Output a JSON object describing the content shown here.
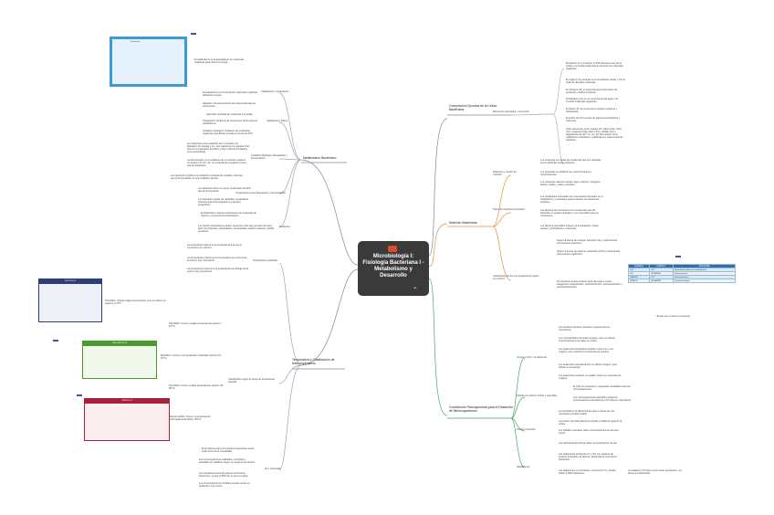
{
  "central": {
    "title": "Microbiología I: Fisiología Bacteriana I - Metabolismo y Desarrollo"
  },
  "branches": {
    "metabolismo": "Metabolismo Bacteriano",
    "temperatura": "Temperatura y Clasificación de Microorganismos",
    "composicion": "Composición Química de la Célula Bacteriana",
    "nutricion": "Nutrición Bacteriana",
    "condiciones": "Condiciones Fisicoquímicas para el Desarrollo de Microorganismos"
  },
  "metab": {
    "catabolismo_label": "Catabolismo y Anabolismo",
    "cat1": "El catabolismo es la degradación de moléculas orgánicas para obtener energía.",
    "cat2": "El anabolismo es la síntesis de moléculas orgánicas utilizando energía.",
    "cat3": "Digestión: Descomposición de macromoléculas en monómeros.",
    "cat4": "Absorción: Entrada de moléculas a la célula.",
    "cat5": "Preparación: Reforma de monómeros dentro para el metabolismo.",
    "cat6": "Oxidación biológica: Oxidación de sustancias orgánicas para liberar energía en forma de ATP.",
    "catab_pasos": "Catabolismo: Pasos",
    "oxid_label": "Oxidación Biológica: Respiración y Fermentación",
    "ox1": "La respiración es la oxidación de un sustrato con liberación de energía y H+, que reacciona con aceptor final (O2 en la respiración aeróbica y otra molécula inorgánica en la anaeróbica).",
    "ox2": "La fermentación es la oxidación de un sustrato orgánico sin aceptor de O2, con un rendimiento energético menor que la respiración.",
    "comp_label": "Comparación entre Respiración y Fermentación",
    "comp1": "La respiración implica una oxidación completa del sustrato, mientras que la fermentación es una oxidación parcial.",
    "comp2": "La respiración tiene un mayor rendimiento de ATP que la fermentación.",
    "comp3": "La respiración puede ser aeróbica o anaeróbica, mientras que la fermentación es siempre anaeróbica.",
    "prod_label": "Productos",
    "prod1": "El anabolismo mejora la biosíntesis de sustancias de reserva y componentes bacterianos.",
    "prod2": "Los cultivos bacterianos pueden seguir las rutas que generan los otros tipos de productos: polisacáridos, aminoácidos, ácidos nucleicos, lípidos, proteínas."
  },
  "temp": {
    "rango_label": "Temperatura cardinales",
    "r1": "La temperatura óptima es la temperatura a la que el crecimiento es máximo.",
    "r2": "La temperatura máxima es la temperatura por encima de la cual no hay crecimiento.",
    "r3": "La temperatura mínima es la temperatura por debajo de la cual no hay crecimiento.",
    "psicro": "Psicrófilos: Toleran bajas temperaturas, pero su óptimo es superior a 15°C.",
    "psicrofilos": "Psicrófilos: Crecen a bajas temperaturas (óptimo < 15°C).",
    "mesofilos": "Mesófilos: Crecen a temperaturas moderadas (óptimo 20-45°C).",
    "clasif_label": "Clasificación según el rango de temperatura tolerado",
    "termofilos": "Termófilos: Crecen a altas temperaturas (óptimo 45-80°C).",
    "hiper": "Hipertermófilos: Crecen a temperaturas extremadamente altas (>80°C).",
    "ph_label": "pH y Humedad",
    "ph1": "El pH óptimo para el crecimiento bacteriano suele estar cerca de la neutralidad.",
    "ph2": "Los microorganismos acidófilos, neutrófilos y alcalófilos se clasifican según su rango de pH óptimo.",
    "ph3": "La humedad es esencial para el crecimiento bacteriano, ya que el 80% de su peso es agua.",
    "ph4": "Los microorganismos xerófilos pueden crecer en ambientes muy secos."
  },
  "compo": {
    "label": "Elementos esenciales y su función",
    "c1": "El carbono (C) constituye el 50% del peso seco de la célula y es fundamental para el armazón de moléculas orgánicas.",
    "c2": "El oxígeno (O) participa en la respiración celular y forma parte de diversas moléculas.",
    "c3": "El nitrógeno (N) es esencial para la formación de proteínas y ácidos nucleicos.",
    "c4": "El hidrógeno (H) es un componente del agua y de muchas moléculas orgánicas.",
    "c5": "El fósforo (P) se encuentra en ácidos nucleicos y fosfolípidos.",
    "c6": "El azufre (S) forma parte de algunos aminoácidos y vitaminas.",
    "c7": "Otros elementos como potasio (K), calcio (Ca), cobre (Cu), magnesio (Mg), hierro (Fe), cobalto (Co) y oligoelementos (Zn, Cu, Co, Ni, Mo) actúan como cofactores enzimáticos o participan en otras funciones celulares."
  },
  "nutri": {
    "def_label": "Definición y niveles de nutrición",
    "d1": "Los nutrientes son todas las sustancias que son captadas por la célula del medio ambiente.",
    "d2": "Los nutrientes se clasifican en macronutrientes y micronutrientes.",
    "d3": "Los nutrientes básicos incluyen agua, carbono, nitrógeno, fósforo, azufre y sales minerales.",
    "tipos_label": "Tipos de nutrientes esenciales",
    "t1": "Los metabolitos esenciales son compuestos formados en el catabolismo y necesarios para la síntesis de estructuras celulares.",
    "t2": "Los factores de crecimiento son compuestos que las bacterias no pueden sintetizar y son esenciales para su crecimiento.",
    "t3": "Los factores esenciales incluyen la aminoácidos, bases púricas y pirimidínicas y vitaminas.",
    "clas_label": "Clasificación de los microorganismos según su nutrición",
    "cl1": "Según la fuente de energía: fotótrofos (luz) y quimiótrofos (compuestos químicos).",
    "cl2": "Según la fuente de carbono: autótrofos (CO2) y heterótrofos (compuestos orgánicos).",
    "cl3": "Se combinan ambos criterios para dar lugar a cuatro categorías: fotoautótrofos, fotoheterótrofos, quimioautótrofos y quimioheterótrofos.",
    "table_note": "* Puede ser el mismo compuesto"
  },
  "nutri_table": {
    "headers": [
      "FUENTE E",
      "FUENTE C",
      "CATEGORÍA"
    ],
    "rows": [
      [
        "LUZ",
        "CO2",
        "Fotoautótrofos (Bacterias fotosintéticas)"
      ],
      [
        "LUZ",
        "ORGÁNICA",
        "Fotoheterótrofos"
      ],
      [
        "QUÍMICA",
        "CO2",
        "Quimioautótrofos"
      ],
      [
        "QUÍMICA",
        "ORGÁNICA*",
        "Quimioheterótrofos"
      ]
    ]
  },
  "cond": {
    "oxi_label": "Oxígeno (O2) y su influencia",
    "o1": "Los aerobios estrictos requieren oxígeno para su crecimiento.",
    "o2": "Los microaerófilos necesitan oxígeno, pero no toleran concentraciones normales en el aire.",
    "o3": "Los anaerobios facultativos pueden crecer con o sin oxígeno, pero prefieren la presencia de oxígeno.",
    "o4": "Los anaerobios aerotolerantes no utilizan oxígeno, pero toleran su presencia.",
    "o5": "Los anaerobios estrictos no pueden crecer en presencia de oxígeno.",
    "co2_label": "Dióxido de carbono (CO2) y capnofilia",
    "co1": "El CO2 es necesario en pequeñas cantidades para los microorganismos.",
    "co2": "Los microorganismos capnófilos requieren concentraciones elevadas de CO2 para su crecimiento.",
    "pres_label": "Presión Osmótica",
    "p1": "La tonicidad es la diferencia de agua a través de una membrana semipermeable.",
    "p2": "La presión osmótica afecta la entrada y salida de agua de la célula.",
    "p3": "Los halófilos necesitan altas concentraciones de sal para crecer.",
    "p4": "Los halotolerantes toleran altas concentraciones de sal.",
    "rad_label": "Radiaciones",
    "r1": "Las radiaciones ionizantes (X y UV) son capaces de producir ionización de átomos, afectando el crecimiento bacteriano.",
    "r2": "Las radiaciones no ionizantes, como la luz UV, pueden dañar el ADN bacteriano.",
    "r3": "La radiación UV tiene menor poder penetrante y su efecto es bactericida."
  },
  "panels": {
    "blue_title": "Catabolismo",
    "green_title": "NIVEL MESÓFILOS",
    "red_title": "TERMÓFILOS",
    "navy_title": "PSICRÓFILOS"
  }
}
